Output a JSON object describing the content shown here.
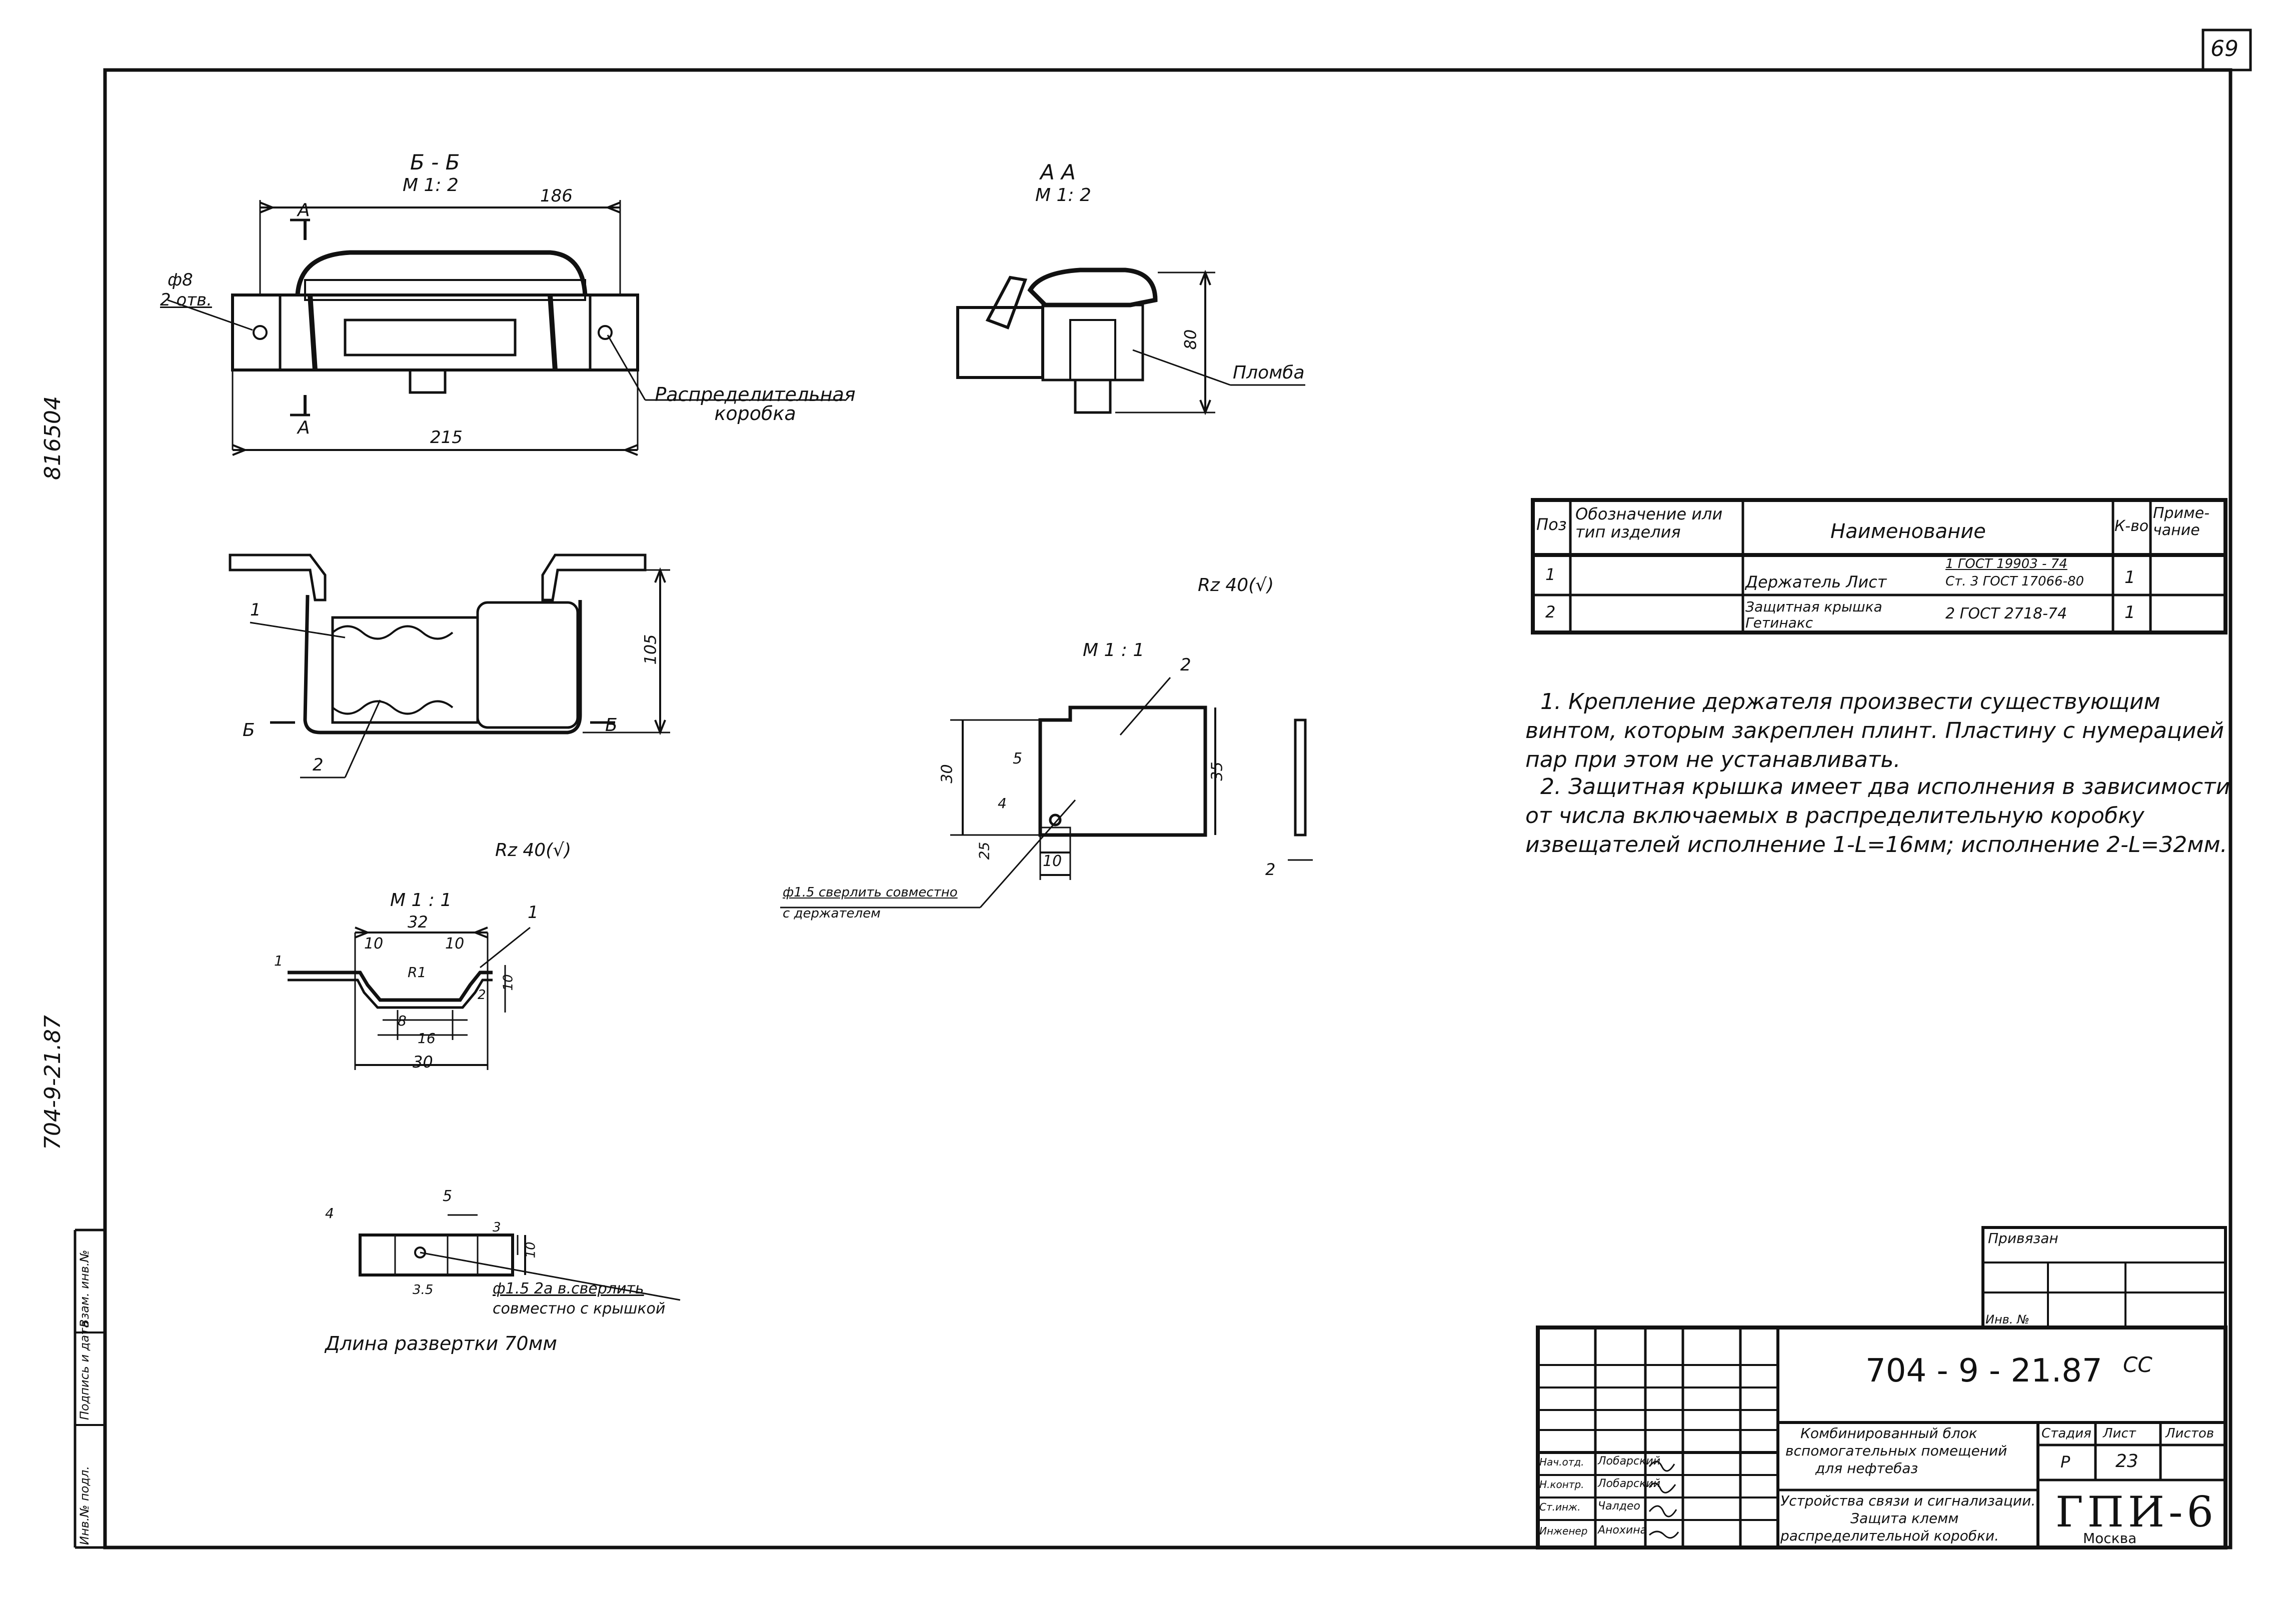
{
  "page": {
    "number": "69"
  },
  "left_margin": {
    "top_code": "816504",
    "doc_code": "704-9-21.87",
    "stamp_cols": [
      "Инв.№ подл.",
      "Подпись и дата",
      "Взам. инв.№"
    ]
  },
  "views": {
    "bb": {
      "title": "Б - Б",
      "scale": "М 1: 2",
      "dim_top": "186",
      "dim_bottom": "215",
      "hole": "ф8",
      "hole_count": "2 отв.",
      "section_mark": "А",
      "callout": "Распределительная коробка"
    },
    "aa": {
      "title": "А А",
      "scale": "М 1: 2",
      "dim_height": "80",
      "callout": "Пломба"
    },
    "plan": {
      "item1": "1",
      "item2": "2",
      "section_mark": "Б",
      "dim_height": "105"
    },
    "holder": {
      "roughness": "Rz 40(√)",
      "scale": "М 1 : 1",
      "dim_32": "32",
      "dim_10a": "10",
      "dim_10b": "10",
      "radius": "R1",
      "dim_8": "8",
      "dim_16": "16",
      "dim_30": "30",
      "dim_1": "1",
      "dim_2": "2",
      "dim_10v": "10",
      "item": "1"
    },
    "cover": {
      "roughness": "Rz 40(√)",
      "scale": "М 1 : 1",
      "item": "2",
      "dim_30": "30",
      "dim_35": "35",
      "dim_5": "5",
      "dim_4": "4",
      "dim_25": "25",
      "dim_10": "10",
      "dim_2": "2",
      "hole_note": "ф1.5 сверлить совместно",
      "hole_note2": "с держателем"
    },
    "flat": {
      "dim_4": "4",
      "dim_5": "5",
      "dim_3": "3",
      "dim_10": "10",
      "dim_35": "3.5",
      "hole_note": "ф1.5 2а в.сверлить",
      "hole_note2": "совместно с крышкой",
      "length_note": "Длина развертки 70мм"
    }
  },
  "spec_table": {
    "headers": [
      "Поз",
      "Обозначение или тип изделия",
      "Наименование",
      "К-во",
      "Приме-чание"
    ],
    "rows": [
      {
        "pos": "1",
        "designation": "",
        "name": "Держатель Лист",
        "standard": "1 ГОСТ 19903 - 74",
        "standard2": "Ст. 3 ГОСТ 17066-80",
        "qty": "1",
        "note": ""
      },
      {
        "pos": "2",
        "designation": "",
        "name": "Защитная крышка Гетинакс",
        "standard": "2 ГОСТ 2718-74",
        "standard2": "",
        "qty": "1",
        "note": ""
      }
    ]
  },
  "notes": [
    "1. Крепление держателя произвести существующим винтом, которым закреплен плинт. Пластину с нумерацией пар при этом не устанавливать.",
    "2. Защитная крышка имеет два исполнения в зависимости от числа включаемых в распределительную коробку извещателей исполнение 1-L=16мм; исполнение 2-L=32мм."
  ],
  "title_block": {
    "attached": "Привязан",
    "inv_no": "Инв. № ",
    "code": "704 - 9 - 21.87",
    "suffix": "СС",
    "project_line1": "Комбинированный блок",
    "project_line2": "вспомогательных помещений",
    "project_line3": "для нефтебаз",
    "sheet_title1": "Устройства связи и сигнализации.",
    "sheet_title2": "Защита клемм",
    "sheet_title3": "распределительной коробки.",
    "stage_label": "Стадия",
    "sheet_label": "Лист",
    "sheets_label": "Листов",
    "stage": "Р",
    "sheet": "23",
    "sheets": "",
    "org": "ГПИ-6",
    "city": "Москва",
    "signers": [
      {
        "role": "Нач.отд.",
        "name": "Лобарский"
      },
      {
        "role": "Н.контр.",
        "name": "Лобарский"
      },
      {
        "role": "Ст.инж.",
        "name": "Чалдео"
      },
      {
        "role": "Инженер",
        "name": "Анохина"
      }
    ]
  }
}
